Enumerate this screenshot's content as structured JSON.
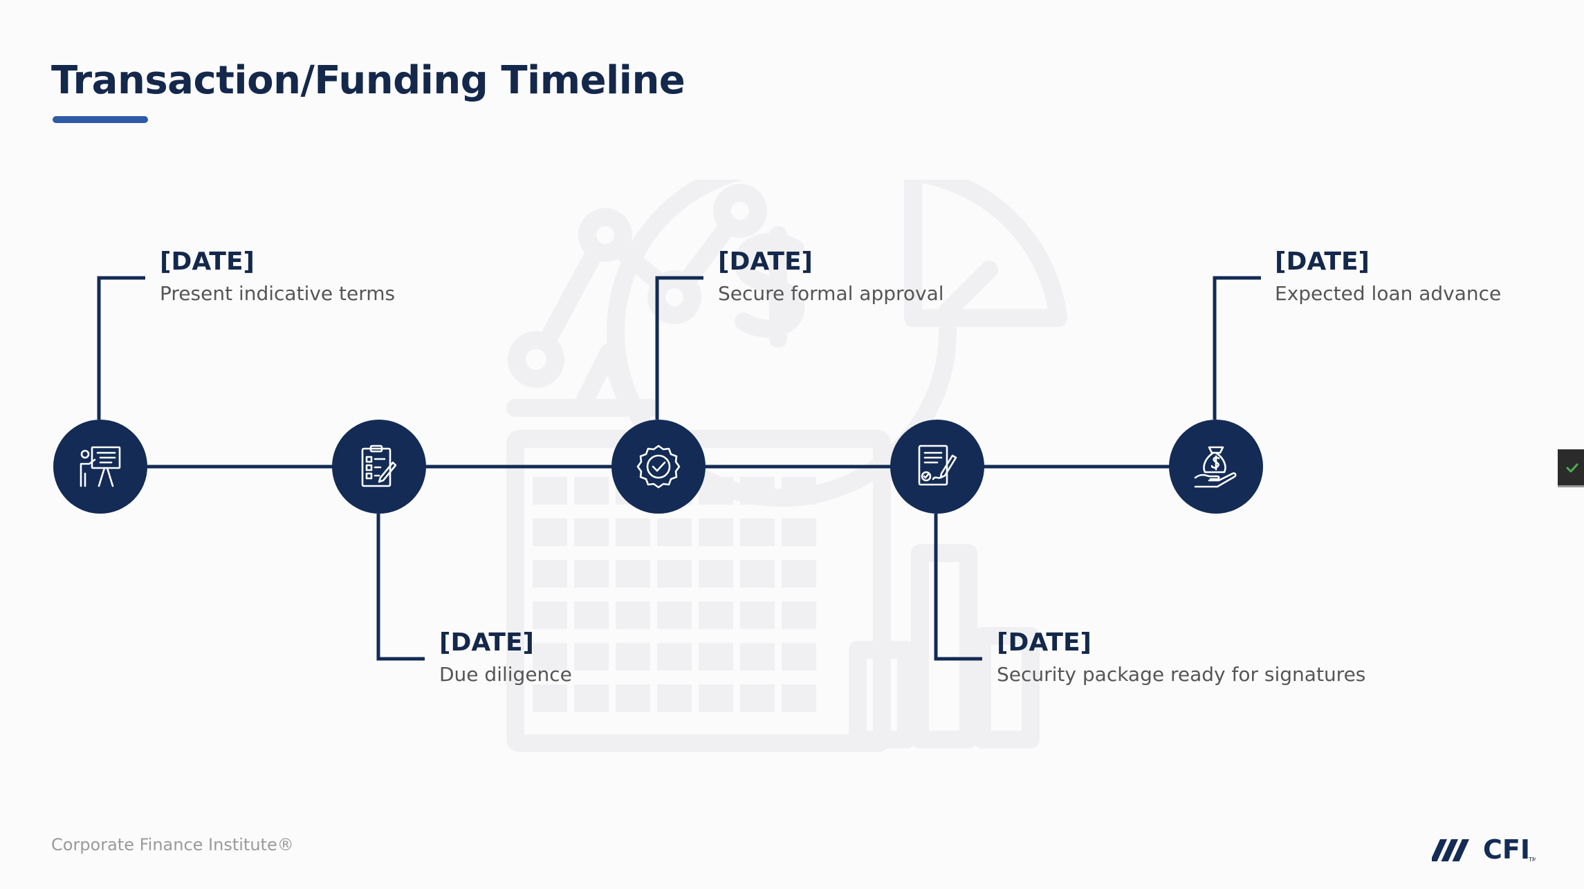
{
  "title": "Transaction/Funding Timeline",
  "milestones": [
    {
      "date": "[DATE]",
      "description": "Present indicative terms",
      "position": "above",
      "icon": "presentation-board-icon"
    },
    {
      "date": "[DATE]",
      "description": "Due diligence",
      "position": "below",
      "icon": "clipboard-checklist-icon"
    },
    {
      "date": "[DATE]",
      "description": "Secure formal approval",
      "position": "above",
      "icon": "approval-badge-icon"
    },
    {
      "date": "[DATE]",
      "description": "Security package ready for signatures",
      "position": "below",
      "icon": "document-sign-icon"
    },
    {
      "date": "[DATE]",
      "description": "Expected loan advance",
      "position": "above",
      "icon": "money-bag-hand-icon"
    }
  ],
  "footer": {
    "company": "Corporate Finance Institute®",
    "logo_text": "CFI",
    "logo_tm": "TM"
  },
  "colors": {
    "navy": "#132b55",
    "accent": "#2e5aa7",
    "background": "#fbfbfc"
  }
}
